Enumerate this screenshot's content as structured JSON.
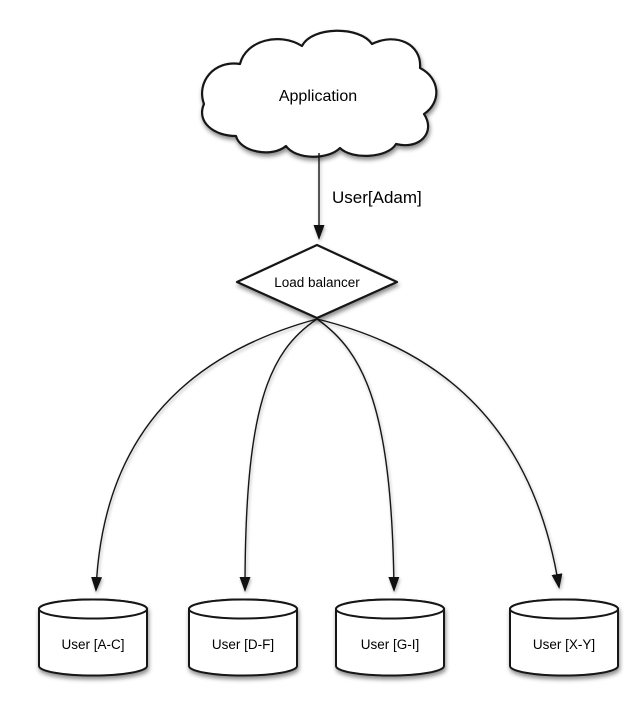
{
  "diagram": {
    "nodes": {
      "application": {
        "label": "Application"
      },
      "load_balancer": {
        "label": "Load balancer"
      },
      "shards": [
        {
          "label": "User [A-C]"
        },
        {
          "label": "User [D-F]"
        },
        {
          "label": "User [G-I]"
        },
        {
          "label": "User [X-Y]"
        }
      ]
    },
    "edges": {
      "app_to_load_balancer": {
        "label": "User[Adam]"
      }
    },
    "colors": {
      "stroke": "#161616",
      "node_fill": "#ffffff",
      "text": "#000000",
      "background": "#ffffff"
    }
  }
}
